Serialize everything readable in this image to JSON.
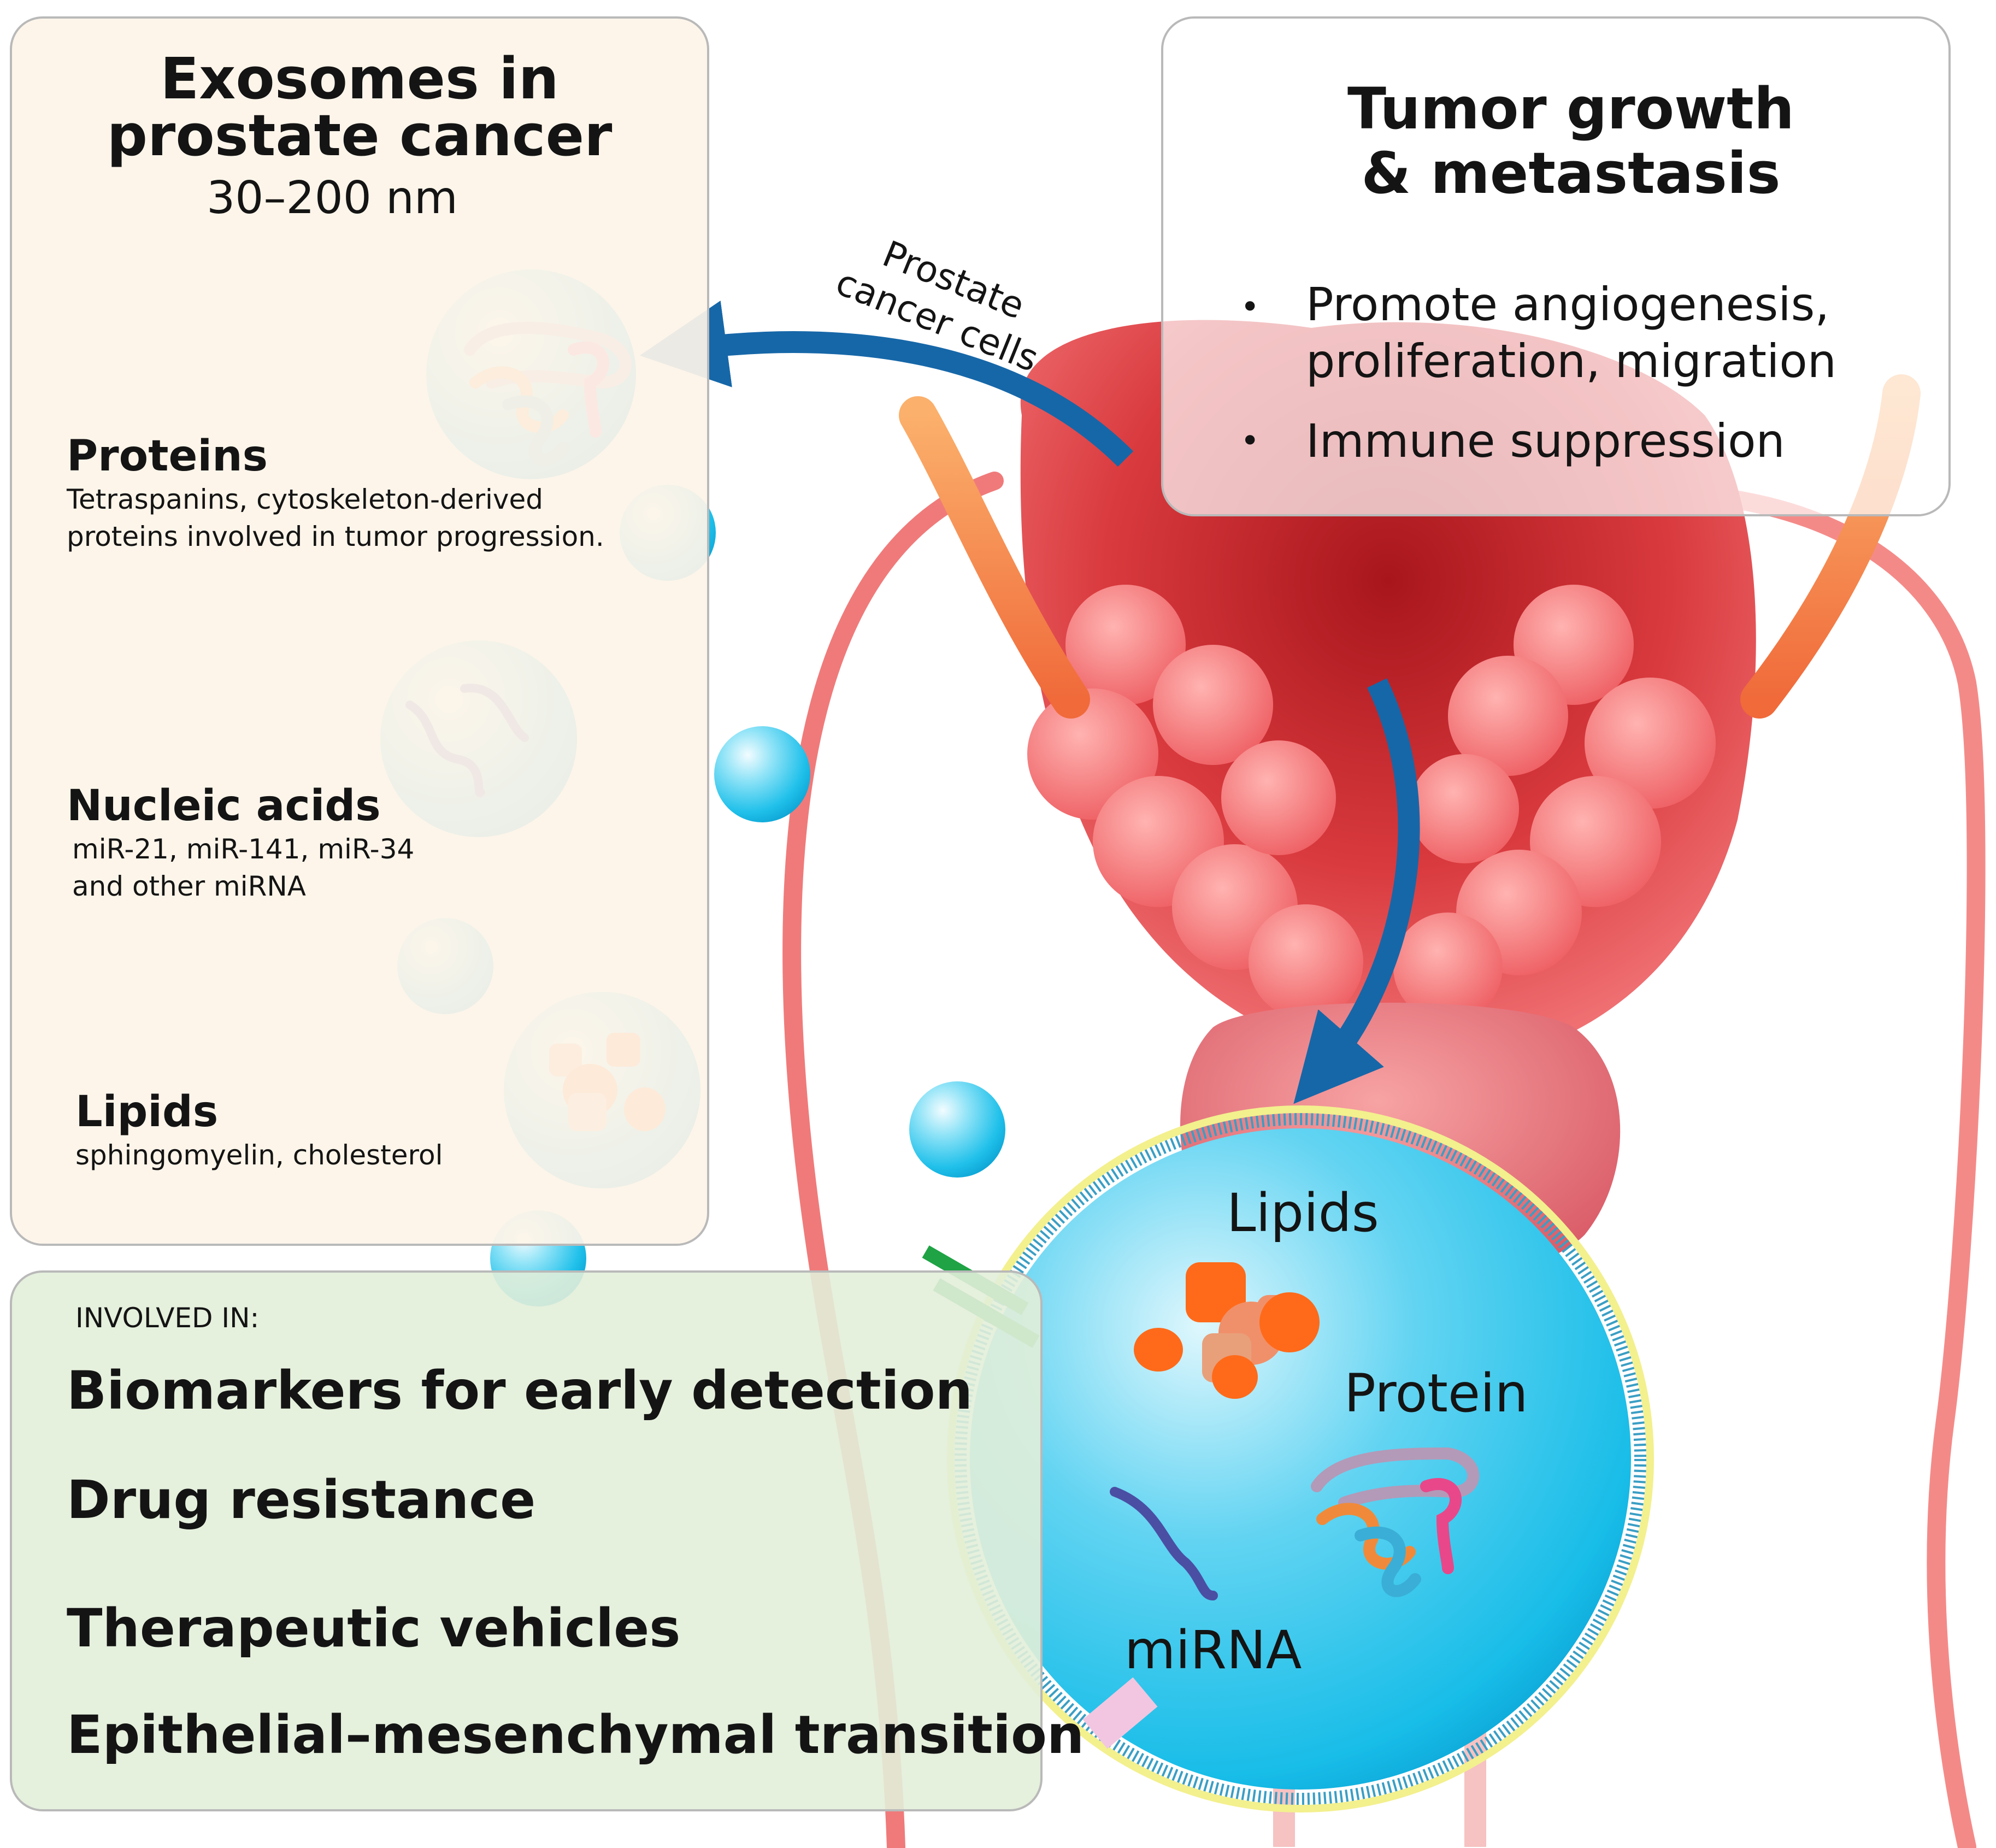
{
  "exosomes_panel": {
    "title_line1": "Exosomes in",
    "title_line2": "prostate cancer",
    "size": "30–200 nm",
    "items": [
      {
        "heading": "Proteins",
        "desc_line1": "Tetraspanins, cytoskeleton-derived",
        "desc_line2": "proteins involved in tumor progression."
      },
      {
        "heading": "Nucleic acids",
        "desc_line1": "miR-21, miR-141, miR-34",
        "desc_line2": "and other miRNA"
      },
      {
        "heading": "Lipids",
        "desc_line1": "sphingomyelin, cholesterol",
        "desc_line2": ""
      }
    ]
  },
  "arrow_label": {
    "line1": "Prostate",
    "line2": "cancer cells"
  },
  "tumor_panel": {
    "title_line1": "Tumor growth",
    "title_line2": "& metastasis",
    "bullets": [
      {
        "line1": "Promote angiogenesis,",
        "line2": "proliferation, migration"
      },
      {
        "line1": "Immune suppression",
        "line2": ""
      }
    ]
  },
  "involved_panel": {
    "title": "INVOLVED IN:",
    "items": [
      "Biomarkers for early detection",
      "Drug resistance",
      "Therapeutic vehicles",
      "Epithelial–mesenchymal transition"
    ]
  },
  "exosome_labels": {
    "lipids": "Lipids",
    "protein": "Protein",
    "mirna": "miRNA"
  },
  "colors": {
    "exosome_blue": "#2ec6ea",
    "lipid_orange": "#ff6a1a",
    "mirna_purple": "#4a4fa3",
    "tissue_red": "#ef6a6e",
    "arrow_blue": "#1667a8"
  }
}
